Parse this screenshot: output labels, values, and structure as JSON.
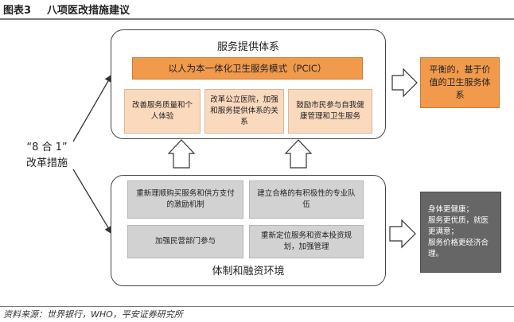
{
  "figure": {
    "label": "图表3",
    "title": "八项医改措施建议"
  },
  "left_label": {
    "line1": "“8 合 1”",
    "line2": "改革措施"
  },
  "top_panel": {
    "title": "服务提供体系",
    "bar": "以人为本一体化卫生服务模式（PCIC）",
    "boxes": [
      "改善服务质量和个人体验",
      "改革公立医院，加强和服务提供体系的关系",
      "鼓励市民参与自我健康管理和卫生服务"
    ]
  },
  "bottom_panel": {
    "title": "体制和融资环境",
    "boxes": [
      "重新理顺购买服务和供方支付的激励机制",
      "建立合格的有积极性的专业队伍",
      "加强民营部门参与",
      "重新定位服务和资本投资规划，加强管理"
    ]
  },
  "outcomes": {
    "top": "平衡的，基于价值的卫生服务体系",
    "bottom": [
      "身体更健康；",
      "服务更优质，就医更满意；",
      "服务价格更经济合理。"
    ]
  },
  "source": "资料来源：世界银行，WHO，平安证券研究所",
  "colors": {
    "orange": "#f19a4c",
    "peach": "#fbd9bd",
    "grey": "#d2d2d2",
    "dark_grey": "#666666"
  }
}
